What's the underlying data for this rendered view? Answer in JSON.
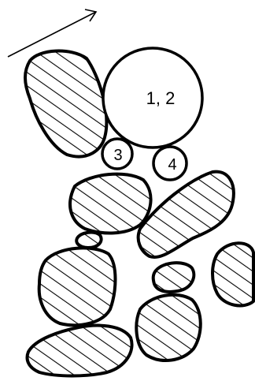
{
  "diagram": {
    "line_color": "#000000",
    "background": "#ffffff",
    "circle_labels": {
      "large": "1, 2",
      "small_left": "3",
      "small_right": "4"
    },
    "arrow_icon": "arrow-up-right-icon"
  }
}
